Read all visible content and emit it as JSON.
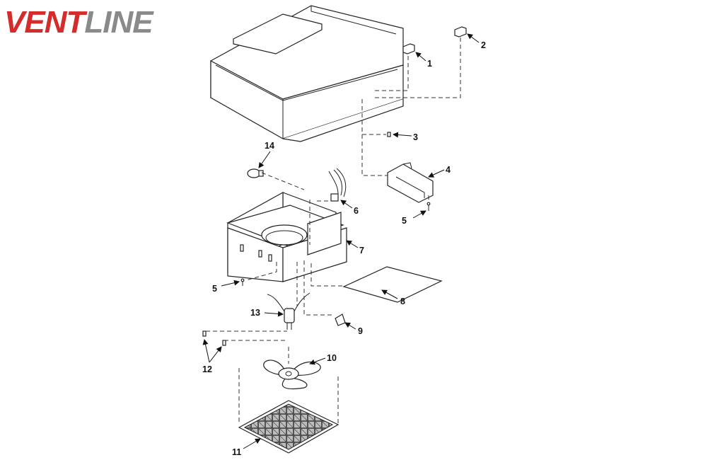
{
  "brand": {
    "logo_part1": "VENT",
    "logo_part2": "LINE",
    "color_part1": "#d42b2b",
    "color_part2": "#8a8a8a"
  },
  "callouts": [
    {
      "id": "1",
      "label": "1"
    },
    {
      "id": "2",
      "label": "2"
    },
    {
      "id": "3",
      "label": "3"
    },
    {
      "id": "4",
      "label": "4"
    },
    {
      "id": "5a",
      "label": "5"
    },
    {
      "id": "6",
      "label": "6"
    },
    {
      "id": "7",
      "label": "7"
    },
    {
      "id": "5b",
      "label": "5"
    },
    {
      "id": "8",
      "label": "8"
    },
    {
      "id": "9",
      "label": "9"
    },
    {
      "id": "10",
      "label": "10"
    },
    {
      "id": "11",
      "label": "11"
    },
    {
      "id": "12",
      "label": "12"
    },
    {
      "id": "13",
      "label": "13"
    },
    {
      "id": "14",
      "label": "14"
    }
  ]
}
